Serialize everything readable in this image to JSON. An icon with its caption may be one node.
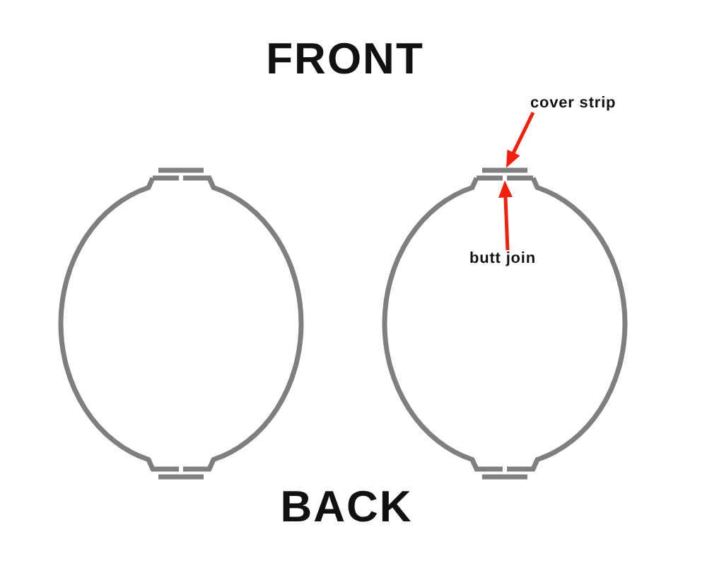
{
  "diagram": {
    "nodes": [
      {
        "text": [
          "cover strip"
        ]
      },
      {
        "text": [],
        "shape": "bar"
      },
      {
        "text": [],
        "shape": "bar"
      },
      {
        "text": [
          "butt join"
        ]
      }
    ],
    "edges": [
      {
        "from": 0,
        "to": 1,
        "arrow": "to"
      },
      {
        "from": 3,
        "to": 2,
        "arrow": "to"
      }
    ],
    "labels": [
      "FRONT",
      "BACK"
    ]
  }
}
